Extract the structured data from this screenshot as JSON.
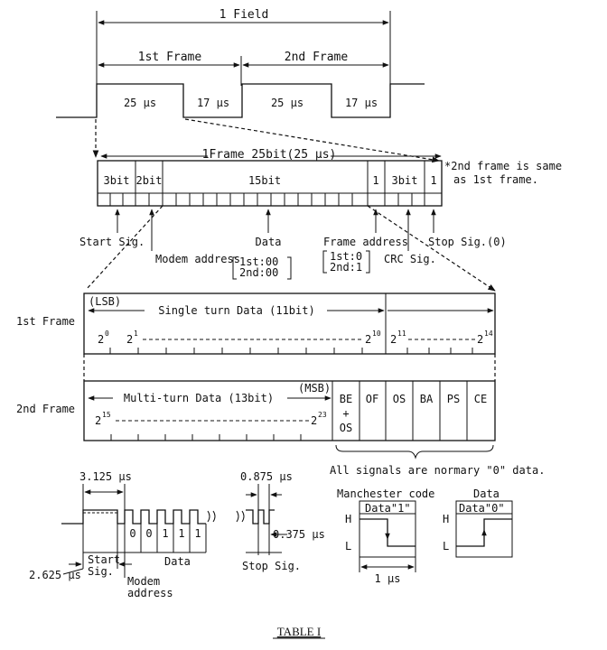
{
  "field": {
    "label": "1 Field",
    "frame1_label": "1st Frame",
    "frame2_label": "2nd Frame",
    "pulse_high_1": "25 µs",
    "pulse_low_1": "17 µs",
    "pulse_high_2": "25 µs",
    "pulse_low_2": "17 µs"
  },
  "frame": {
    "title": "1Frame 25bit(25 µs)",
    "note_line1": "*2nd frame is same",
    "note_line2": "as 1st frame.",
    "seg_start": "3bit",
    "seg_modem": "2bit",
    "seg_data": "15bit",
    "seg_frame_addr": "1",
    "seg_crc": "3bit",
    "seg_stop": "1",
    "label_start": "Start Sig.",
    "label_modem": "Modem address",
    "modem_1st": "1st:00",
    "modem_2nd": "2nd:00",
    "label_data": "Data",
    "label_frame_addr": "Frame address",
    "frame_addr_1st": "1st:0",
    "frame_addr_2nd": "2nd:1",
    "label_crc": "CRC Sig.",
    "label_stop": "Stop Sig.(0)"
  },
  "data_layout": {
    "row1_label": "1st Frame",
    "row2_label": "2nd Frame",
    "lsb": "(LSB)",
    "msb": "(MSB)",
    "single_turn": "Single turn Data (11bit)",
    "multi_turn": "Multi-turn Data (13bit)",
    "bit_2_0": "2",
    "bit_2_0_exp": "0",
    "bit_2_1": "2",
    "bit_2_1_exp": "1",
    "bit_2_10": "2",
    "bit_2_10_exp": "10",
    "bit_2_11": "2",
    "bit_2_11_exp": "11",
    "bit_2_14": "2",
    "bit_2_14_exp": "14",
    "bit_2_15": "2",
    "bit_2_15_exp": "15",
    "bit_2_23": "2",
    "bit_2_23_exp": "23",
    "sig_be": "BE",
    "sig_plus": "+",
    "sig_os_a": "OS",
    "sig_of": "OF",
    "sig_os": "OS",
    "sig_ba": "BA",
    "sig_ps": "PS",
    "sig_ce": "CE",
    "signals_note": "All signals are normary \"0\" data."
  },
  "timing": {
    "period": "3.125 µs",
    "start_width": "2.625 µs",
    "bits": [
      "0",
      "0",
      "1",
      "1",
      "1"
    ],
    "label_start_1": "Start",
    "label_start_2": "Sig.",
    "label_modem_1": "Modem",
    "label_modem_2": "address",
    "label_data": "Data",
    "stop_width": "0.875 µs",
    "stop_low": "0.375 µs",
    "label_stop": "Stop Sig.",
    "manchester_title": "Manchester code",
    "data_title": "Data",
    "data_1": "Data\"1\"",
    "data_0": "Data\"0\"",
    "h": "H",
    "l": "L",
    "h2": "H",
    "l2": "L",
    "unit": "1 µs"
  },
  "caption": "TABLE I"
}
